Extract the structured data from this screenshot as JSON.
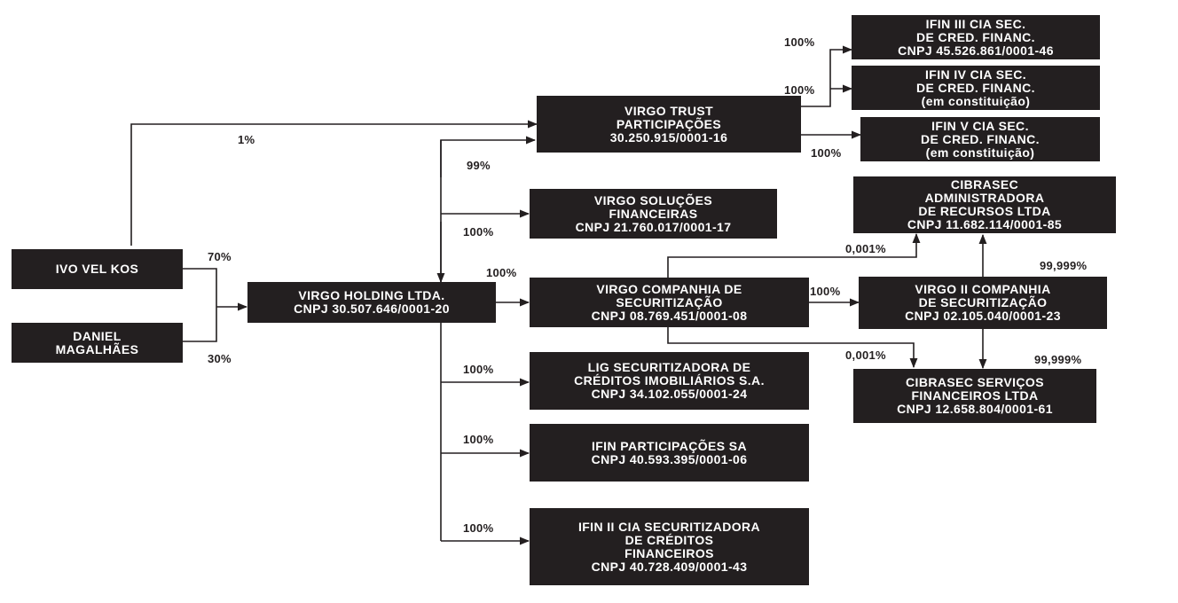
{
  "colors": {
    "box": "#231f20",
    "text": "#ffffff",
    "line": "#231f20"
  },
  "entities": {
    "ivo": {
      "lines": [
        "IVO VEL KOS"
      ]
    },
    "daniel": {
      "lines": [
        "DANIEL",
        "MAGALHÃES"
      ]
    },
    "holding": {
      "lines": [
        "VIRGO HOLDING LTDA.",
        "CNPJ 30.507.646/0001-20"
      ]
    },
    "trust": {
      "lines": [
        "VIRGO TRUST",
        "PARTICIPAÇÕES",
        "30.250.915/0001-16"
      ]
    },
    "solucoes": {
      "lines": [
        "VIRGO SOLUÇÕES",
        "FINANCEIRAS",
        "CNPJ 21.760.017/0001-17"
      ]
    },
    "companhia": {
      "lines": [
        "VIRGO COMPANHIA DE",
        "SECURITIZAÇÃO",
        "CNPJ 08.769.451/0001-08"
      ]
    },
    "lig": {
      "lines": [
        "LIG SECURITIZADORA DE",
        "CRÉDITOS IMOBILIÁRIOS S.A.",
        "CNPJ 34.102.055/0001-24"
      ]
    },
    "ifinpart": {
      "lines": [
        "IFIN PARTICIPAÇÕES SA",
        "CNPJ 40.593.395/0001-06"
      ]
    },
    "ifin2": {
      "lines": [
        "IFIN II CIA SECURITIZADORA",
        "DE CRÉDITOS",
        "FINANCEIROS",
        "CNPJ 40.728.409/0001-43"
      ]
    },
    "ifin3": {
      "lines": [
        "IFIN III CIA SEC.",
        "DE CRED. FINANC.",
        "CNPJ 45.526.861/0001-46"
      ]
    },
    "ifin4": {
      "lines": [
        "IFIN IV CIA SEC.",
        "DE CRED. FINANC.",
        "(em constituição)"
      ]
    },
    "ifin5": {
      "lines": [
        "IFIN V CIA SEC.",
        "DE CRED. FINANC.",
        "(em constituição)"
      ]
    },
    "cibrasecadm": {
      "lines": [
        "CIBRASEC",
        "ADMINISTRADORA",
        "DE RECURSOS LTDA",
        "CNPJ 11.682.114/0001-85"
      ]
    },
    "virgo2": {
      "lines": [
        "VIRGO II COMPANHIA",
        "DE SECURITIZAÇÃO",
        "CNPJ 02.105.040/0001-23"
      ]
    },
    "cibrasecserv": {
      "lines": [
        "CIBRASEC SERVIÇOS",
        "FINANCEIROS LTDA",
        "CNPJ 12.658.804/0001-61"
      ]
    }
  },
  "percentages": {
    "ivo_trust": "1%",
    "ivo_holding": "70%",
    "daniel_holding": "30%",
    "holding_trust": "99%",
    "holding_solucoes": "100%",
    "holding_companhia": "100%",
    "holding_lig": "100%",
    "holding_ifinpart": "100%",
    "holding_ifin2": "100%",
    "trust_ifin3": "100%",
    "trust_ifin4": "100%",
    "trust_ifin5": "100%",
    "companhia_cibrasecadm": "0,001%",
    "companhia_virgo2": "100%",
    "companhia_cibrasecserv": "0,001%",
    "virgo2_cibrasecadm": "99,999%",
    "virgo2_cibrasecserv": "99,999%"
  }
}
